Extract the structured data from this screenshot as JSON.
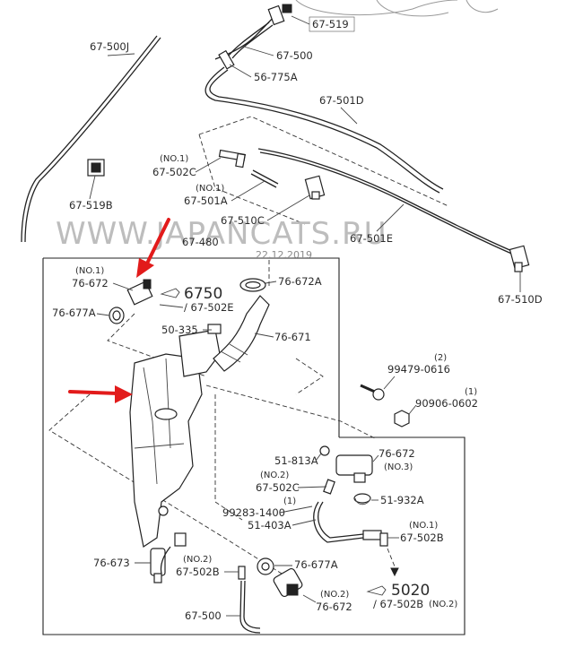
{
  "watermark": "WWW.JAPANCATS.RU",
  "date": "22.12.2019",
  "labels": {
    "l_67_519": "67-519",
    "l_67_500_top": "67-500",
    "l_56_775a": "56-775A",
    "l_67_500j": "67-500J",
    "l_67_501d": "67-501D",
    "l_no1_a": "(NO.1)",
    "l_67_502c_top": "67-502C",
    "l_no1_b": "(NO.1)",
    "l_67_501a": "67-501A",
    "l_67_510c": "67-510C",
    "l_67_519b": "67-519B",
    "l_67_480": "67-480",
    "l_67_501e": "67-501E",
    "l_67_510d": "67-510D",
    "l_no1_c": "(NO.1)",
    "l_76_672_top": "76-672",
    "l_76_677a_left": "76-677A",
    "l_6750": "6750",
    "l_67_502e": "/ 67-502E",
    "l_76_672a": "76-672A",
    "l_50_335": "50-335",
    "l_76_671": "76-671",
    "l_2": "(2)",
    "l_99479": "99479-0616",
    "l_1_a": "(1)",
    "l_90906": "90906-0602",
    "l_51_813a": "51-813A",
    "l_76_672_mid": "76-672",
    "l_no3": "(NO.3)",
    "l_no2_a": "(NO.2)",
    "l_67_502c_mid": "67-502C",
    "l_51_932a": "51-932A",
    "l_1_b": "(1)",
    "l_99283": "99283-1400",
    "l_51_403a": "51-403A",
    "l_no1_d": "(NO.1)",
    "l_67_502b_right": "67-502B",
    "l_76_673": "76-673",
    "l_no2_b": "(NO.2)",
    "l_67_502b_left": "67-502B",
    "l_76_677a_bottom": "76-677A",
    "l_5020": "5020",
    "l_no2_c": "(NO.2)",
    "l_76_672_bottom": "76-672",
    "l_67_502b_bottom": "/ 67-502B",
    "l_no2_d": "(NO.2)",
    "l_67_500_bottom": "67-500"
  },
  "colors": {
    "annotation_arrows": "#e21b1b",
    "watermark": "#bdbdbd",
    "line_art": "#222222"
  }
}
